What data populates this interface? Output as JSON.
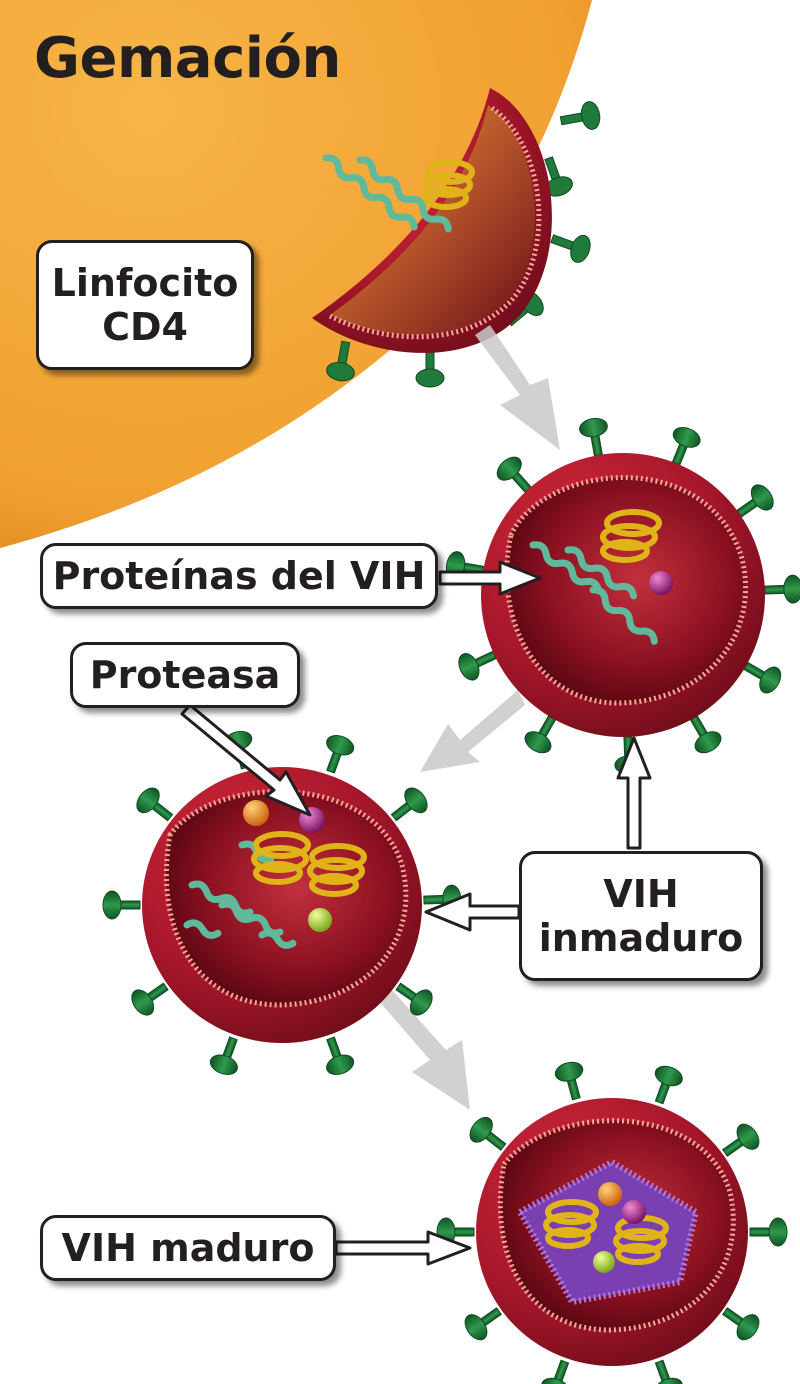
{
  "title": "Gemación",
  "labels": {
    "cd4_line1": "Linfocito",
    "cd4_line2": "CD4",
    "proteinas": "Proteínas del VIH",
    "proteasa": "Proteasa",
    "inmaduro_line1": "VIH",
    "inmaduro_line2": "inmaduro",
    "maduro": "VIH maduro"
  },
  "colors": {
    "cell_orange": "#f2a33a",
    "virus_red": "#a8182a",
    "spike_green": "#1f7a3c",
    "rna_teal": "#5fb99a",
    "enzyme_gold": "#e0b419",
    "protease_magenta": "#b0308e",
    "capsid_purple": "#8a4cc0"
  }
}
